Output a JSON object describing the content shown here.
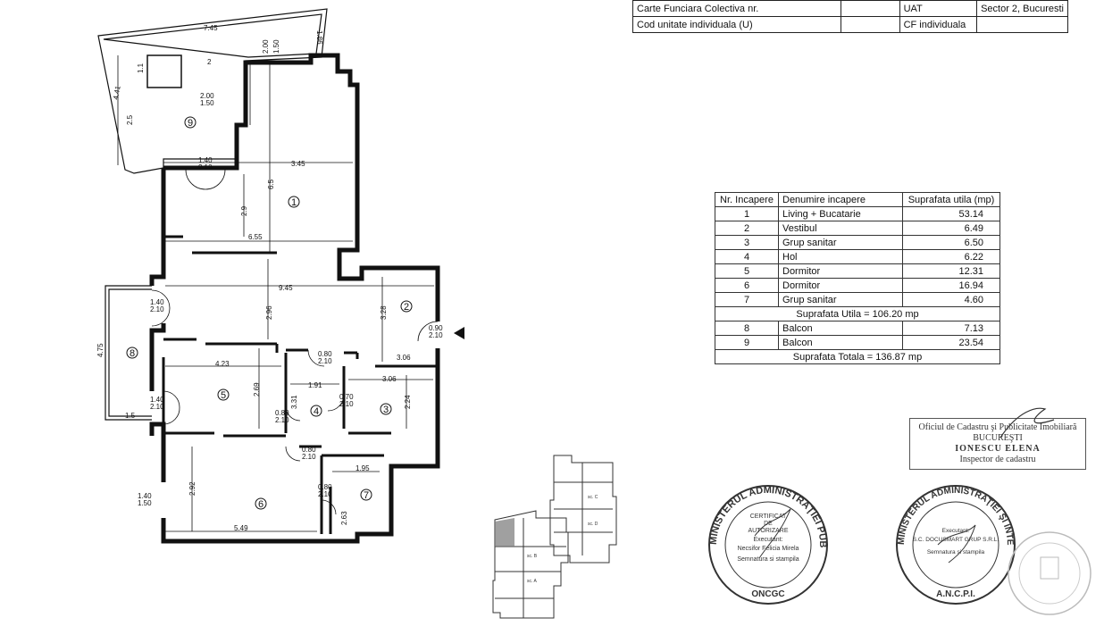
{
  "header_table": {
    "rows": [
      [
        "Carte Funciara Colectiva nr.",
        "",
        "UAT",
        "Sector 2, Bucuresti"
      ],
      [
        "Cod unitate individuala (U)",
        "",
        "CF individuala",
        ""
      ]
    ]
  },
  "rooms_table": {
    "headers": [
      "Nr. Incapere",
      "Denumire incapere",
      "Suprafata utila (mp)"
    ],
    "rows": [
      [
        "1",
        "Living + Bucatarie",
        "53.14"
      ],
      [
        "2",
        "Vestibul",
        "6.49"
      ],
      [
        "3",
        "Grup sanitar",
        "6.50"
      ],
      [
        "4",
        "Hol",
        "6.22"
      ],
      [
        "5",
        "Dormitor",
        "12.31"
      ],
      [
        "6",
        "Dormitor",
        "16.94"
      ],
      [
        "7",
        "Grup sanitar",
        "4.60"
      ]
    ],
    "subtotal": "Suprafata Utila = 106.20 mp",
    "balcony_rows": [
      [
        "8",
        "Balcon",
        "7.13"
      ],
      [
        "9",
        "Balcon",
        "23.54"
      ]
    ],
    "total": "Suprafata Totala = 136.87 mp"
  },
  "floorplan": {
    "room_numbers": [
      "1",
      "2",
      "3",
      "4",
      "5",
      "6",
      "7",
      "8",
      "9"
    ],
    "dimensions": {
      "d745": "7.45",
      "d186": "1.86",
      "d441": "4.41",
      "d25": "2.5",
      "d2": "2",
      "d11": "1.1",
      "d200a": "2.00",
      "d150a": "1.50",
      "d200b": "2.00",
      "d150b": "1.50",
      "d140a": "1.40",
      "d210a": "2.10",
      "d345": "3.45",
      "d65": "6.5",
      "d29": "2.9",
      "d655": "6.55",
      "d945": "9.45",
      "d296": "2.96",
      "d328": "3.28",
      "d090": "0.90",
      "d210b": "2.10",
      "d140b": "1.40",
      "d210c": "2.10",
      "d475": "4.75",
      "d080a": "0.80",
      "d210d": "2.10",
      "d306a": "3.06",
      "d423": "4.23",
      "d191": "1.91",
      "d306b": "3.06",
      "d070": "0.70",
      "d210e": "2.10",
      "d331": "3.31",
      "d269": "2.69",
      "d224": "2.24",
      "d140c": "1.40",
      "d210f": "2.10",
      "d15": "1.5",
      "d080b": "0.80",
      "d210g": "2.10",
      "d080c": "0.80",
      "d210h": "2.10",
      "d195": "1.95",
      "d140d": "1.40",
      "d150c": "1.50",
      "d292": "2.92",
      "d080d": "0.80",
      "d210i": "2.10",
      "d263": "2.63",
      "d549": "5.49"
    }
  },
  "site_plan": {
    "labels": [
      "sc. C",
      "sc. D",
      "sc. B",
      "sc. A"
    ]
  },
  "stamps": {
    "cadastru_box": {
      "line1": "Oficiul de Cadastru şi Publicitate Imobiliară",
      "line2": "BUCUREŞTI",
      "line3": "IONESCU ELENA",
      "line4": "Inspector de cadastru"
    },
    "round1": {
      "ring": "MINISTERUL ADMINISTRAŢIEI PUBLICE",
      "bottom": "ONCGC",
      "lines": [
        "CERTIFICAT",
        "DE",
        "AUTORIZARE",
        "Executant:",
        "Necsifor Felicia Mirela",
        "Semnatura si stampila"
      ]
    },
    "round2": {
      "ring": "MINISTERUL ADMINISTRAŢIEI ŞI INTERNELOR",
      "bottom": "A.N.C.P.I.",
      "lines": [
        "Executant:",
        "S.C. DOCUSMART GRUP S.R.L.",
        "Semnatura si stampila"
      ]
    }
  },
  "colors": {
    "ink": "#111111",
    "stamp": "#444444",
    "grid": "#222222"
  }
}
